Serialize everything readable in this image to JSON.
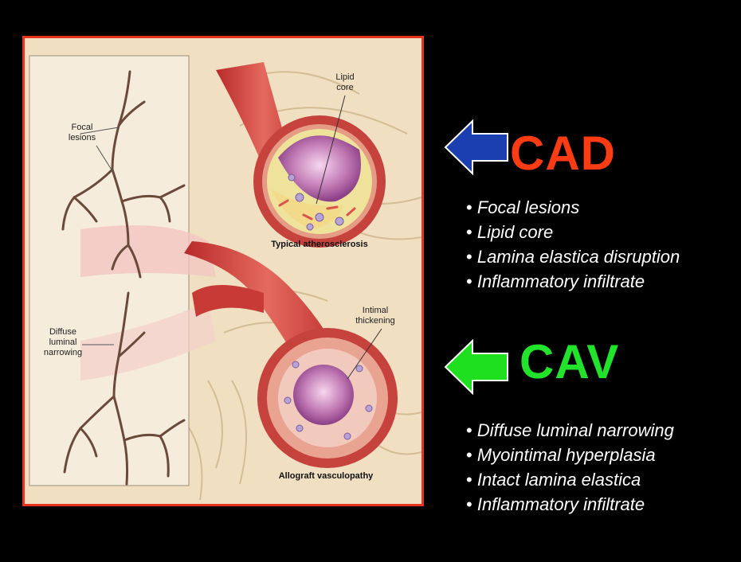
{
  "figure": {
    "labels": {
      "focal_lesions": [
        "Focal",
        "lesions"
      ],
      "lipid_core": [
        "Lipid",
        "core"
      ],
      "diffuse_narrowing": [
        "Diffuse",
        "luminal",
        "narrowing"
      ],
      "intimal_thickening": [
        "Intimal",
        "thickening"
      ],
      "caption_top": "Typical atherosclerosis",
      "caption_bottom": "Allograft vasculopathy"
    }
  },
  "cad": {
    "heading": "CAD",
    "color": "#ff3b13",
    "arrow_color": "#1b3fb0",
    "bullets": [
      "Focal lesions",
      "Lipid core",
      "Lamina elastica disruption",
      "Inflammatory infiltrate"
    ]
  },
  "cav": {
    "heading": "CAV",
    "color": "#22e32c",
    "arrow_color": "#1fe01f",
    "bullets": [
      "Diffuse luminal narrowing",
      "Myointimal hyperplasia",
      "Intact lamina elastica",
      "Inflammatory infiltrate"
    ]
  }
}
